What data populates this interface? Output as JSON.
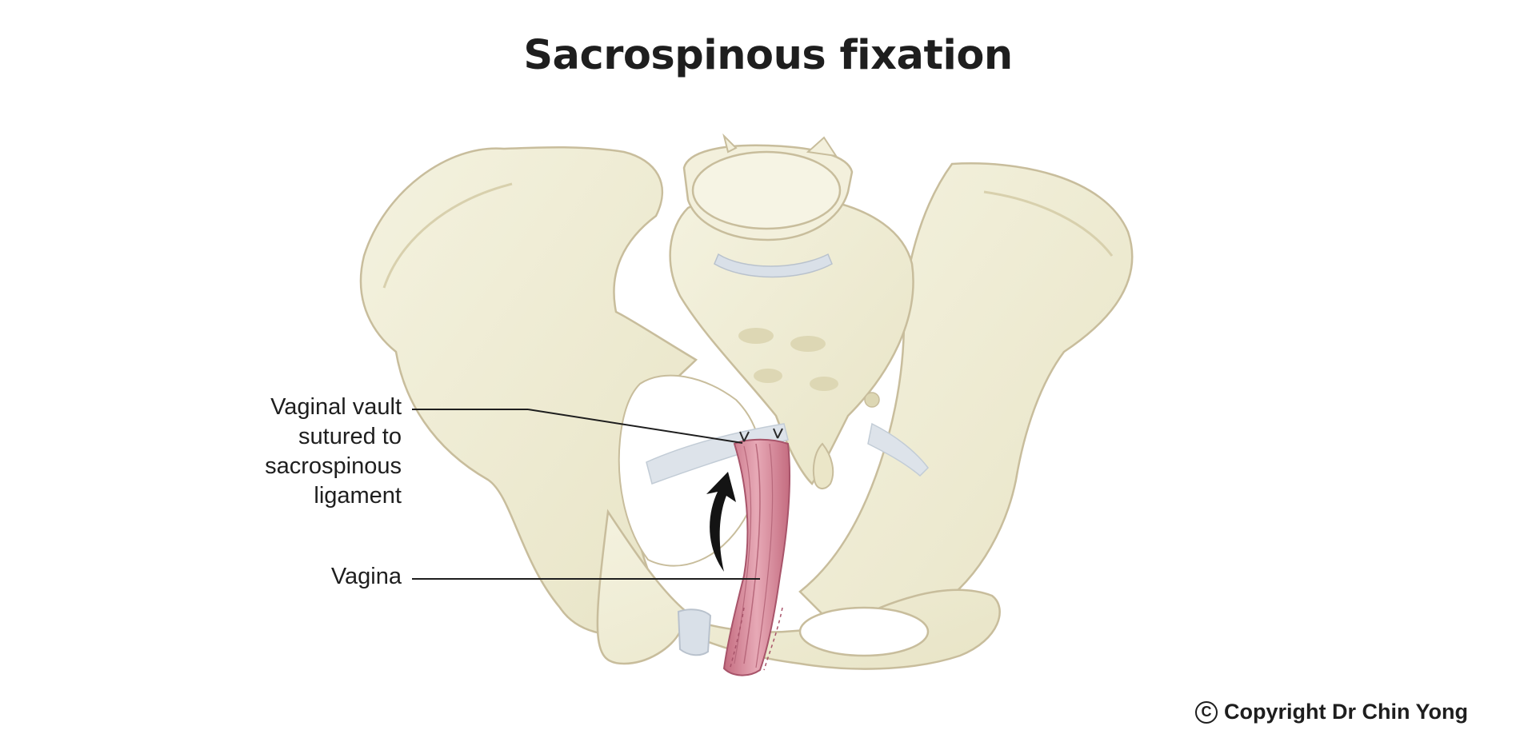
{
  "title": "Sacrospinous fixation",
  "labels": {
    "vault_lines": [
      "Vaginal vault",
      "sutured to",
      "sacrospinous",
      "ligament"
    ],
    "vagina": "Vagina"
  },
  "copyright": {
    "symbol": "C",
    "text": "Copyright Dr Chin Yong"
  },
  "colors": {
    "bone_fill": "#f1efd9",
    "bone_outline": "#c8bd9c",
    "bone_shadow": "#ddd7b4",
    "ligament": "#dde3ea",
    "vagina_fill": "#d98d9d",
    "vagina_dark": "#b85f74",
    "arrow": "#141414",
    "leader_line": "#1e1e1e"
  }
}
